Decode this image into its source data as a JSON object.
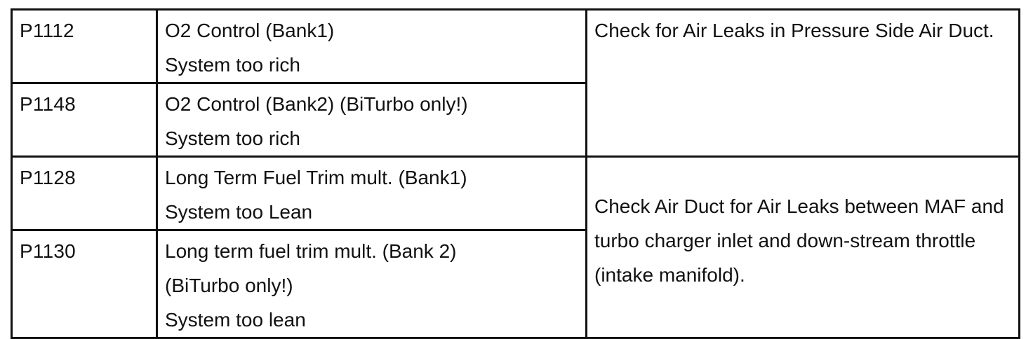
{
  "rows": [
    {
      "code": "P1112",
      "description": [
        "O2 Control (Bank1)",
        "System too rich"
      ]
    },
    {
      "code": "P1148",
      "description": [
        "O2 Control (Bank2) (BiTurbo only!)",
        "System too rich"
      ]
    },
    {
      "code": "P1128",
      "description": [
        "Long Term Fuel Trim mult. (Bank1)",
        "System too Lean"
      ]
    },
    {
      "code": "P1130",
      "description": [
        "Long term fuel trim mult.  (Bank 2)",
        "(BiTurbo only!)",
        "System too lean"
      ]
    }
  ],
  "actions": [
    "Check for Air Leaks in Pressure Side Air Duct.",
    "Check Air Duct for Air Leaks between MAF and turbo charger inlet and down-stream throttle (intake manifold)."
  ]
}
